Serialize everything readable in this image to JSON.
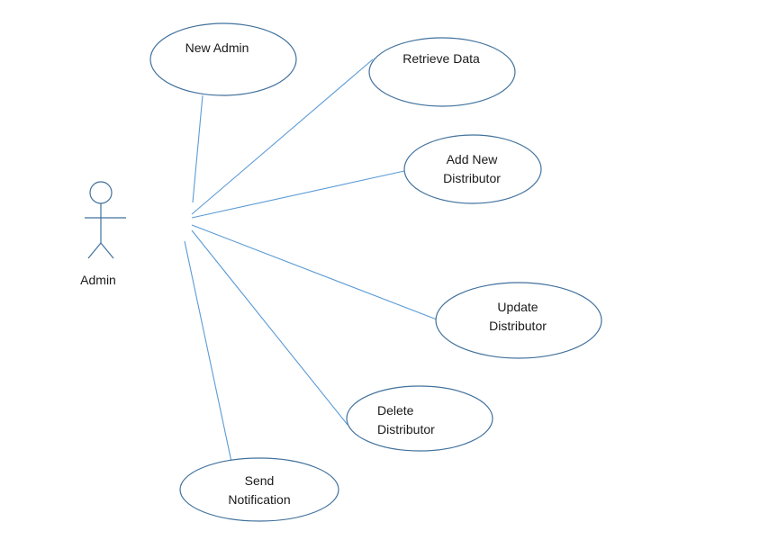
{
  "diagram": {
    "actor": {
      "label": "Admin"
    },
    "use_cases": [
      {
        "id": "new-admin",
        "lines": [
          "New Admin"
        ]
      },
      {
        "id": "retrieve-data",
        "lines": [
          "Retrieve Data"
        ]
      },
      {
        "id": "add-new-distributor",
        "lines": [
          "Add New",
          "Distributor"
        ]
      },
      {
        "id": "update-distributor",
        "lines": [
          "Update",
          "Distributor"
        ]
      },
      {
        "id": "delete-distributor",
        "lines": [
          "Delete",
          "Distributor"
        ]
      },
      {
        "id": "send-notification",
        "lines": [
          "Send",
          "Notification"
        ]
      }
    ],
    "colors": {
      "ellipse_stroke": "#41719c",
      "line_stroke": "#5b9bd5",
      "text": "#1a1a1a"
    }
  }
}
